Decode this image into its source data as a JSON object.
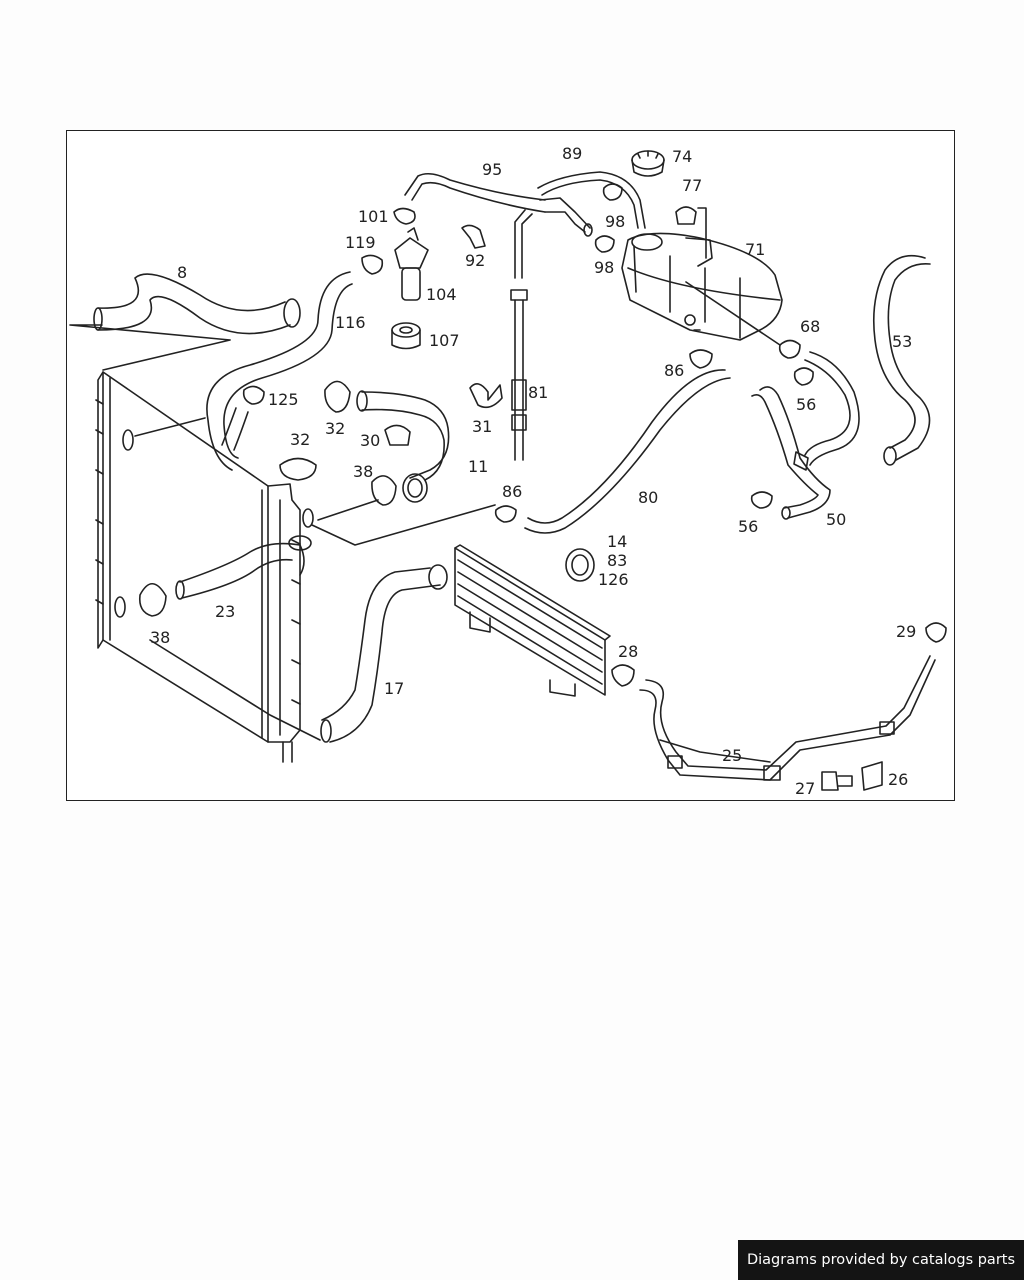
{
  "footer": {
    "text": "Diagrams provided by catalogs parts"
  },
  "diagram": {
    "part_callouts": [
      "95",
      "89",
      "74",
      "77",
      "71",
      "101",
      "98",
      "119",
      "92",
      "98",
      "104",
      "8",
      "107",
      "116",
      "68",
      "53",
      "86",
      "81",
      "125",
      "56",
      "32",
      "31",
      "30",
      "32",
      "38",
      "11",
      "86",
      "80",
      "50",
      "56",
      "14",
      "83",
      "126",
      "23",
      "38",
      "28",
      "29",
      "17",
      "25",
      "27",
      "26"
    ]
  }
}
